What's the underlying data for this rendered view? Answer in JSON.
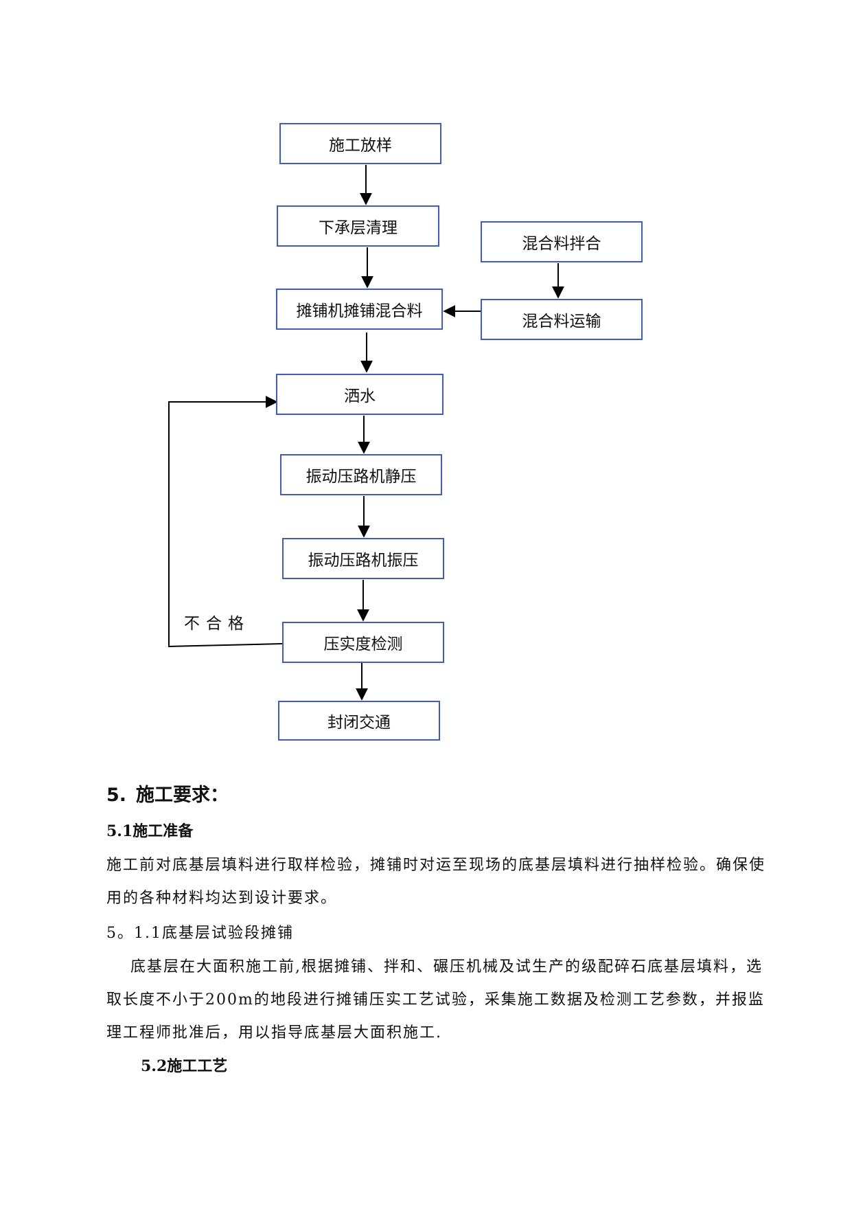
{
  "flowchart": {
    "steps": [
      "施工放样",
      "下承层清理",
      "摊铺机摊铺混合料",
      "洒水",
      "振动压路机静压",
      "振动压路机振压",
      "压实度检测",
      "封闭交通"
    ],
    "side_steps": [
      "混合料拌合",
      "混合料运输"
    ],
    "reject_label": "不合格",
    "border_color": "#3a5bd9"
  },
  "section5": {
    "number": "5.",
    "title": "施工要求：",
    "sub1": {
      "title": "5.1施工准备",
      "paragraph": "施工前对底基层填料进行取样检验，摊铺时对运至现场的底基层填料进行抽样检验。确保使用的各种材料均达到设计要求。"
    },
    "sub11": {
      "title": "5。1.1底基层试验段摊铺",
      "paragraph": "底基层在大面积施工前,根据摊铺、拌和、碾压机械及试生产的级配碎石底基层填料，选取长度不小于200m的地段进行摊铺压实工艺试验，采集施工数据及检测工艺参数，并报监理工程师批准后，用以指导底基层大面积施工."
    },
    "sub2": {
      "title": "5.2施工工艺"
    }
  }
}
